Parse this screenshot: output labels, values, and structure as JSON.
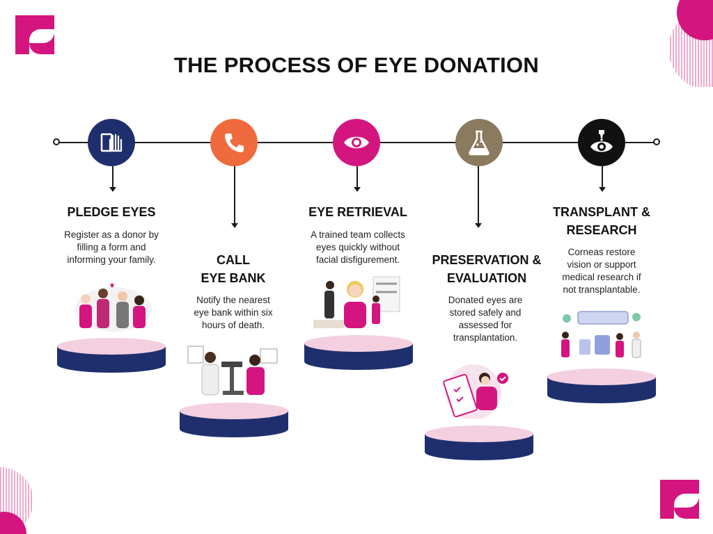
{
  "title": "THE PROCESS OF EYE DONATION",
  "colors": {
    "magenta": "#d4157f",
    "orange": "#ef6a3c",
    "olive": "#8a7a5e",
    "navy": "#1f2f6d",
    "black": "#111111",
    "pink_light": "#f3cfe0"
  },
  "steps": [
    {
      "title_line1": "PLEDGE EYES",
      "title_line2": "",
      "description_lines": [
        "Register as a donor by",
        "filling a form and",
        "informing your family."
      ],
      "icon": "raised-hand-icon",
      "icon_color": "#1f2f6d"
    },
    {
      "title_line1": "CALL",
      "title_line2": "EYE BANK",
      "description_lines": [
        "Notify the nearest",
        "eye bank within six",
        "hours of death."
      ],
      "icon": "phone-icon",
      "icon_color": "#ef6a3c"
    },
    {
      "title_line1": "EYE RETRIEVAL",
      "title_line2": "",
      "description_lines": [
        "A trained team collects",
        "eyes quickly without",
        "facial disfigurement."
      ],
      "icon": "eye-icon",
      "icon_color": "#d4157f"
    },
    {
      "title_line1": "PRESERVATION &",
      "title_line2": "EVALUATION",
      "description_lines": [
        "Donated eyes are",
        "stored safely and",
        "assessed for",
        "transplantation."
      ],
      "icon": "flask-icon",
      "icon_color": "#8a7a5e"
    },
    {
      "title_line1": "TRANSPLANT &",
      "title_line2": "RESEARCH",
      "description_lines": [
        "Corneas restore",
        "vision or support",
        "medical research if",
        "not transplantable."
      ],
      "icon": "eye-dropper-icon",
      "icon_color": "#111111"
    }
  ]
}
